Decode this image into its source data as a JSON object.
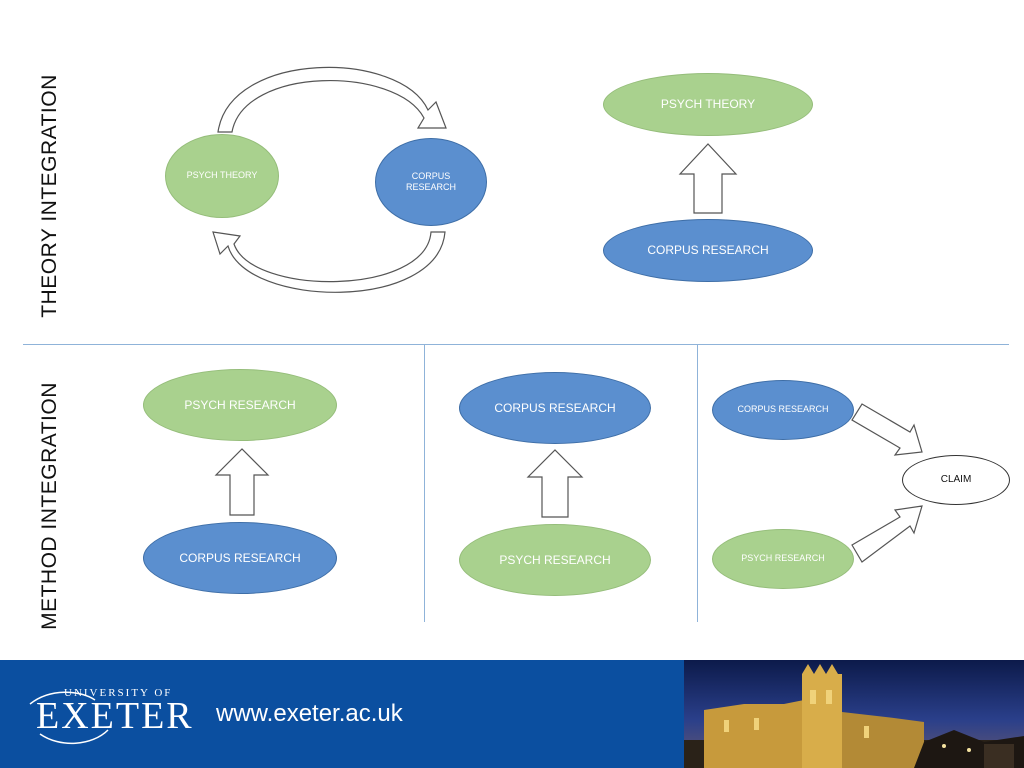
{
  "labels": {
    "theory_integration": "THEORY INTEGRATION",
    "method_integration": "METHOD INTEGRATION"
  },
  "theory": {
    "cycle": {
      "psych": "PSYCH THEORY",
      "corpus_line1": "CORPUS",
      "corpus_line2": "RESEARCH"
    },
    "upward": {
      "top": "PSYCH THEORY",
      "bottom": "CORPUS RESEARCH"
    }
  },
  "method": {
    "panel1": {
      "top": "PSYCH RESEARCH",
      "bottom": "CORPUS RESEARCH"
    },
    "panel2": {
      "top": "CORPUS RESEARCH",
      "bottom": "PSYCH RESEARCH"
    },
    "panel3": {
      "corpus": "CORPUS RESEARCH",
      "psych": "PSYCH RESEARCH",
      "claim": "CLAIM"
    }
  },
  "footer": {
    "university_of": "UNIVERSITY OF",
    "exeter": "EXETER",
    "website": "www.exeter.ac.uk"
  },
  "colors": {
    "green": "#a9d18e",
    "blue": "#5b8fcf",
    "footer_blue": "#0b4fa0",
    "divider": "#8fb3d9"
  }
}
